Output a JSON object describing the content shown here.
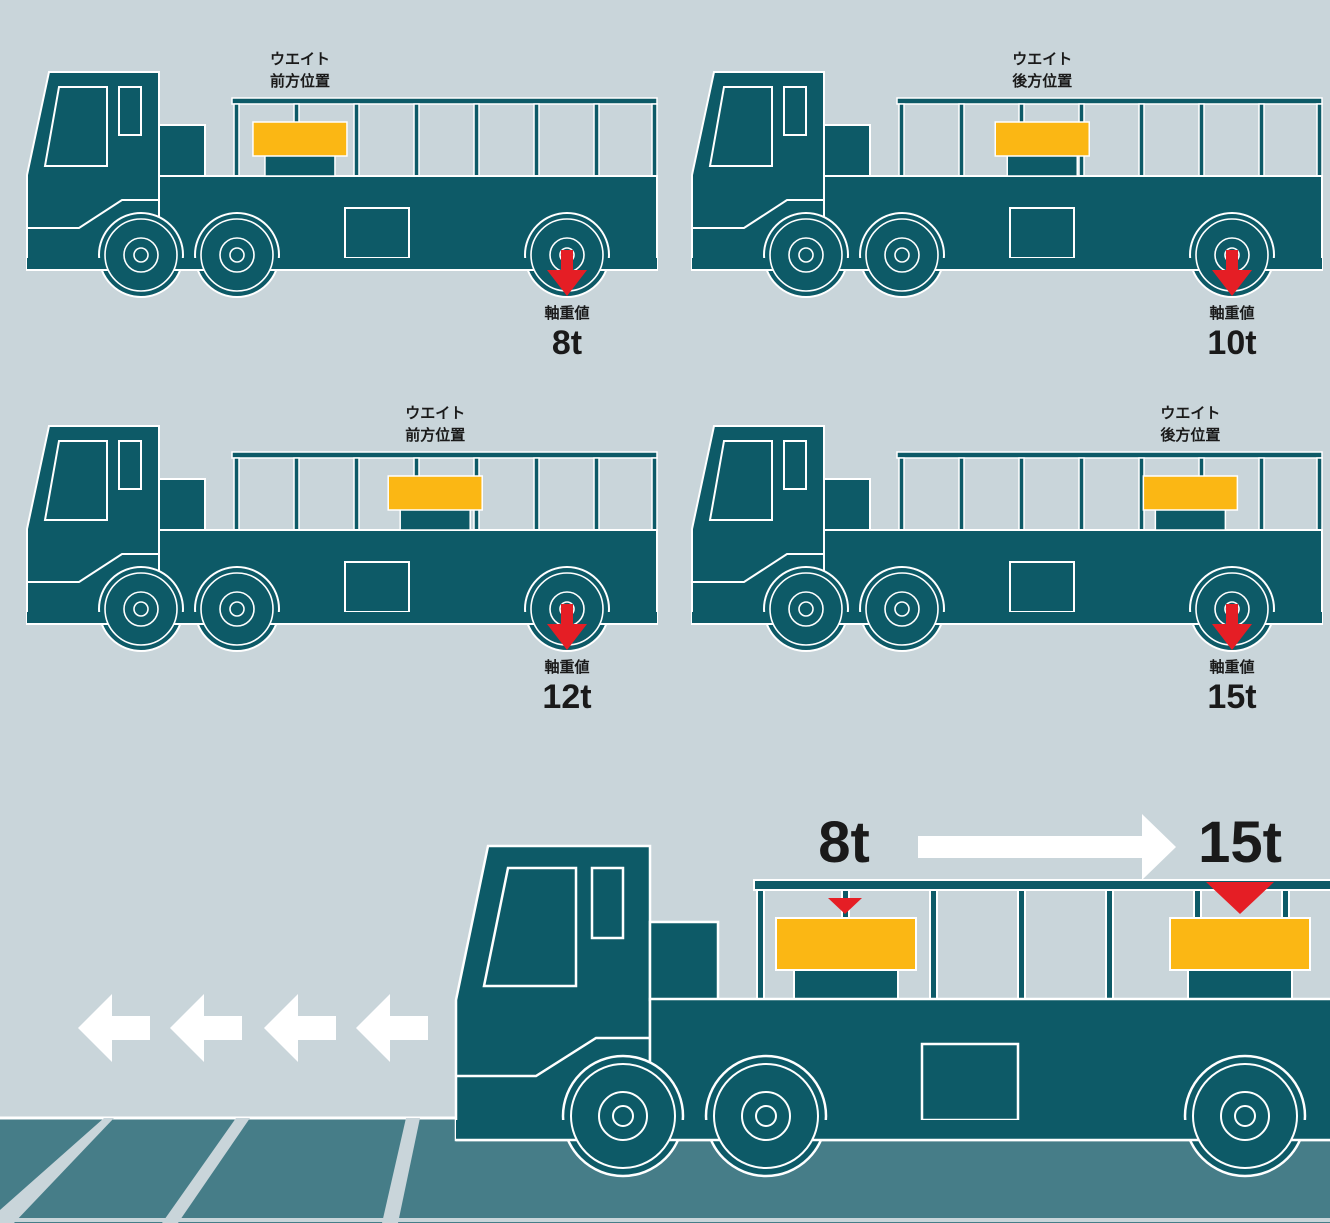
{
  "colors": {
    "background": "#c9d5da",
    "truck": "#0d5a67",
    "outline": "#ffffff",
    "weight": "#fbb714",
    "arrow_red": "#e51e25",
    "road": "#467d88",
    "text": "#1a1a1a"
  },
  "trucks": [
    {
      "weight_label_1": "ウエイト",
      "weight_label_2": "前方位置",
      "weight_position": 0.18,
      "axle_label": "軸重値",
      "axle_value": "8t"
    },
    {
      "weight_label_1": "ウエイト",
      "weight_label_2": "後方位置",
      "weight_position": 0.42,
      "axle_label": "軸重値",
      "axle_value": "10t"
    },
    {
      "weight_label_1": "ウエイト",
      "weight_label_2": "前方位置",
      "weight_position": 0.6,
      "axle_label": "軸重値",
      "axle_value": "12t"
    },
    {
      "weight_label_1": "ウエイト",
      "weight_label_2": "後方位置",
      "weight_position": 0.88,
      "axle_label": "軸重値",
      "axle_value": "15t"
    }
  ],
  "main": {
    "from_value": "8t",
    "to_value": "15t",
    "direction_arrows": "left-arrow-icon x4",
    "transfer_arrow": "right-arrow-icon"
  }
}
